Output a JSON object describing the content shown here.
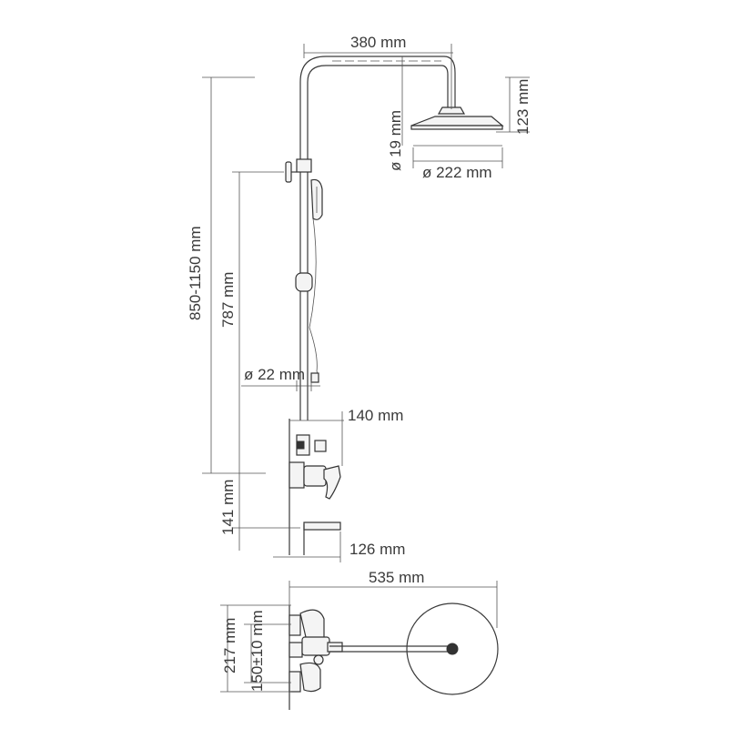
{
  "dimensions": {
    "top_width": "380 mm",
    "head_height": "123 mm",
    "arm_diameter": "ø 19 mm",
    "head_diameter": "ø 222 mm",
    "total_height": "850-1150 mm",
    "bar_height": "787 mm",
    "bar_diameter": "ø 22 mm",
    "mixer_depth": "140 mm",
    "mixer_height": "141 mm",
    "spout_length": "126 mm",
    "top_view_width": "535 mm",
    "top_view_depth": "217 mm",
    "connection_spacing": "150±10 mm"
  }
}
